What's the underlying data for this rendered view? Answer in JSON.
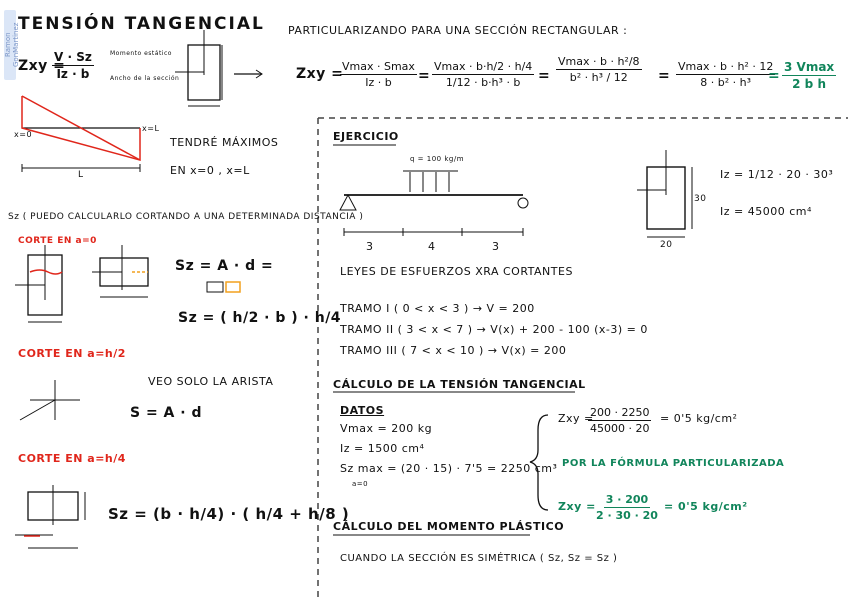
{
  "watermark": "Ramon GonMartinez",
  "left": {
    "title": "TENSIÓN TANGENCIAL",
    "formula_lhs": "Zxy =",
    "formula_num": "V · Sz",
    "formula_den": "Iz · b",
    "note_momento": "Momento estático",
    "note_ancho": "Ancho de la sección",
    "x0": "x=0",
    "xL": "x=L",
    "L": "L",
    "tendre_maximos": "TENDRÉ MÁXIMOS",
    "en_x": "EN  x=0 , x=L",
    "sz_note": "Sz ( PUEDO CALCULARLO CORTANDO A UNA DETERMINADA DISTANCIA )",
    "corte_a0": "CORTE EN a=0",
    "sz_ad": "Sz = A · d =",
    "sz_formula": "Sz = ( h/2 · b ) · h/4",
    "corte_h2": "CORTE EN a=h/2",
    "veo_arista": "VEO SOLO LA ARISTA",
    "s_zero": "S = A · d",
    "corte_h4": "CORTE EN a=h/4",
    "sz_h4": "Sz = (b · h/4) · ( h/4 + h/8 )"
  },
  "right": {
    "particularizando": "PARTICULARIZANDO PARA UNA SECCIÓN RECTANGULAR :",
    "zxy": "Zxy =",
    "f1n": "Vmax · Smax",
    "f1d": "Iz · b",
    "f2n": "Vmax · b·h/2 · h/4",
    "f2d": "1/12 · b·h³ · b",
    "f3n": "Vmax · b · h²/8",
    "f3d": "b² · h³ / 12",
    "f4n": "Vmax · b · h² · 12",
    "f4d": "8 · b² · h³",
    "result_n": "3 Vmax",
    "result_d": "2 b h",
    "ejercicio": "EJERCICIO",
    "load": "q = 100 kg/m",
    "spans": [
      "3",
      "4",
      "3"
    ],
    "iz1": "Iz = 1/12 · 20 · 30³",
    "iz2": "Iz = 45000 cm⁴",
    "dim30": "30",
    "dim20": "20",
    "leyes": "LEYES DE ESFUERZOS XRA CORTANTES",
    "tramos": [
      "TRAMO I ( 0 < x < 3 )  →  V = 200",
      "TRAMO II ( 3 < x < 7 )  →  V(x) + 200 - 100 (x-3) = 0",
      "TRAMO III ( 7 < x < 10 )  →  V(x) = 200"
    ],
    "calculo_tension": "CÁLCULO DE LA TENSIÓN TANGENCIAL",
    "datos": "DATOS",
    "vmax": "Vmax = 200 kg",
    "iz": "Iz = 1500 cm⁴",
    "szmax": "Sz max = (20 · 15) · 7'5 = 2250 cm³",
    "a0": "a=0",
    "zxy1": "Zxy =",
    "zxy1_n": "200 · 2250",
    "zxy1_d": "45000 · 20",
    "zxy1_r": "= 0'5 kg/cm²",
    "por_formula": "POR LA FÓRMULA PARTICULARIZADA",
    "zxy2": "Zxy =",
    "zxy2_n": "3 · 200",
    "zxy2_d": "2 · 30 · 20",
    "zxy2_r": "= 0'5 kg/cm²",
    "calculo_momento": "CÁLCULO DEL MOMENTO PLÁSTICO",
    "cuando": "CUANDO LA SECCIÓN ES SIMÉTRICA ( Sz, Sz = Sz )"
  }
}
